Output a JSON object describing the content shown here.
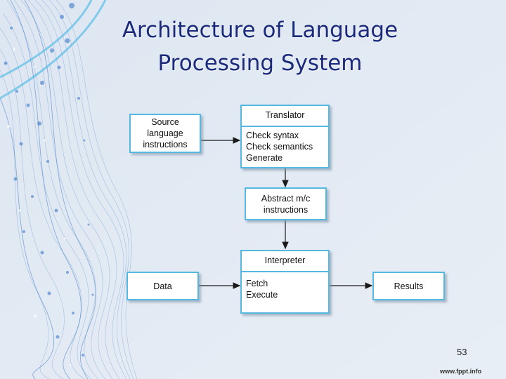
{
  "slide": {
    "title_line1": "Architecture of Language",
    "title_line2": "Processing System",
    "page_number": "53",
    "footer_url": "www.fppt.info"
  },
  "diagram": {
    "source": {
      "lines": [
        "Source",
        "language",
        "instructions"
      ]
    },
    "translator": {
      "header": "Translator",
      "lines": [
        "Check syntax",
        "Check semantics",
        "Generate"
      ]
    },
    "abstract": {
      "lines": [
        "Abstract m/c",
        "instructions"
      ]
    },
    "interpreter": {
      "header": "Interpreter",
      "lines": [
        "Fetch",
        "Execute"
      ]
    },
    "data": {
      "label": "Data"
    },
    "results": {
      "label": "Results"
    }
  },
  "colors": {
    "box_border": "#55b8e0",
    "title": "#1b2a7a",
    "background": "#e3eaf3"
  }
}
